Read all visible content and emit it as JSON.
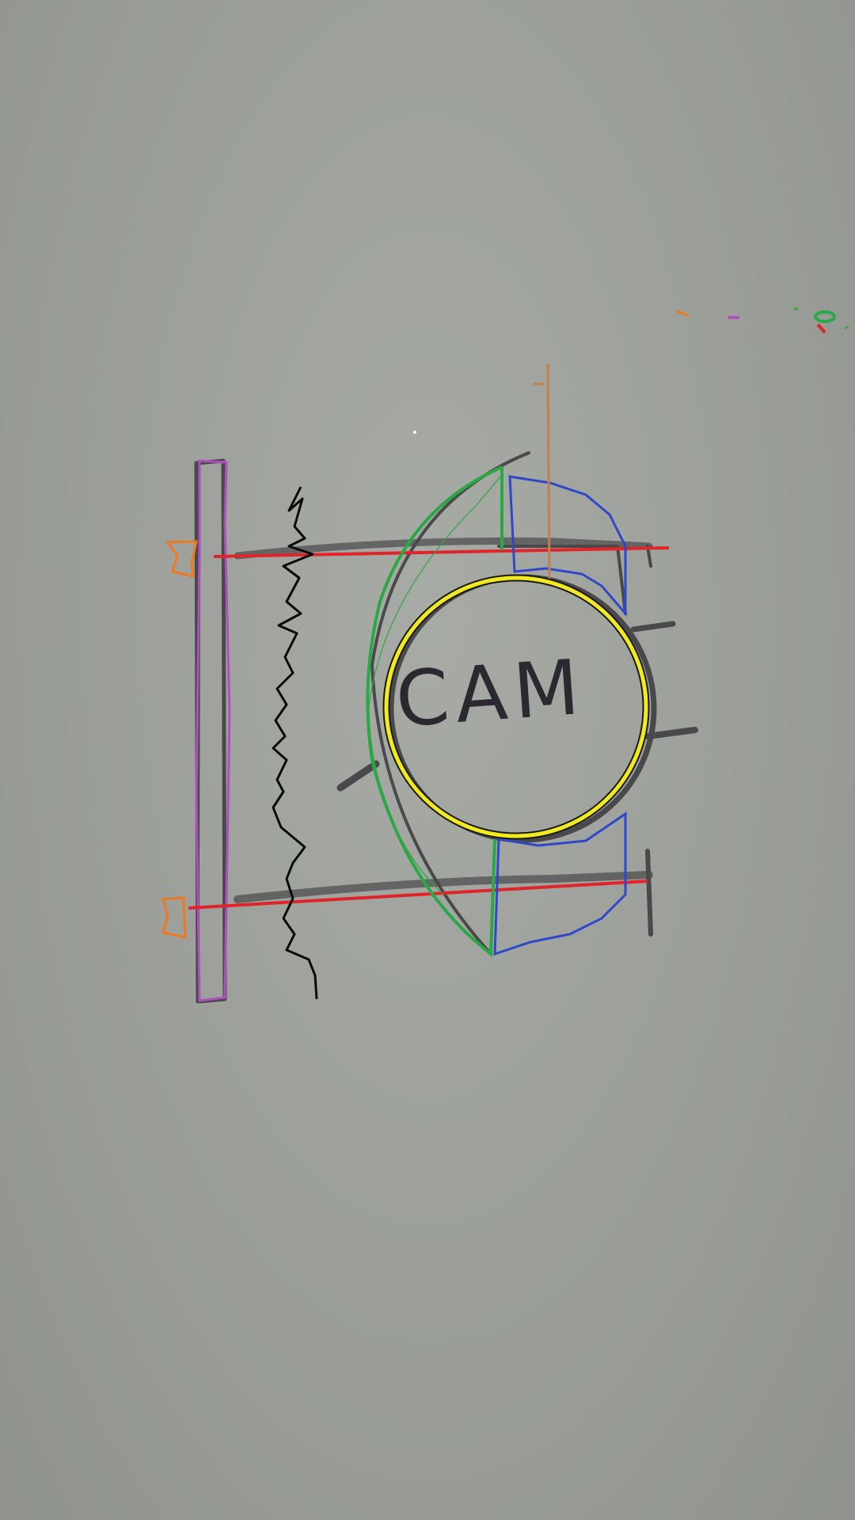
{
  "diagram": {
    "center_label": "CAM"
  },
  "colors": {
    "paper": "#9b9e99",
    "pencil": "#3a383c",
    "red_line": "#e0242a",
    "yellow_circle": "#f2ea20",
    "green_outline": "#2aa845",
    "blue_outline": "#3048c8",
    "purple_outline": "#b050c0",
    "orange_marker": "#f07820",
    "brown_line": "#c08050",
    "black_zigzag": "#0a0a0a"
  },
  "icons": {
    "palette_marks": [
      "orange-mark",
      "purple-mark",
      "green-mark",
      "green-ring",
      "red-mark"
    ]
  }
}
